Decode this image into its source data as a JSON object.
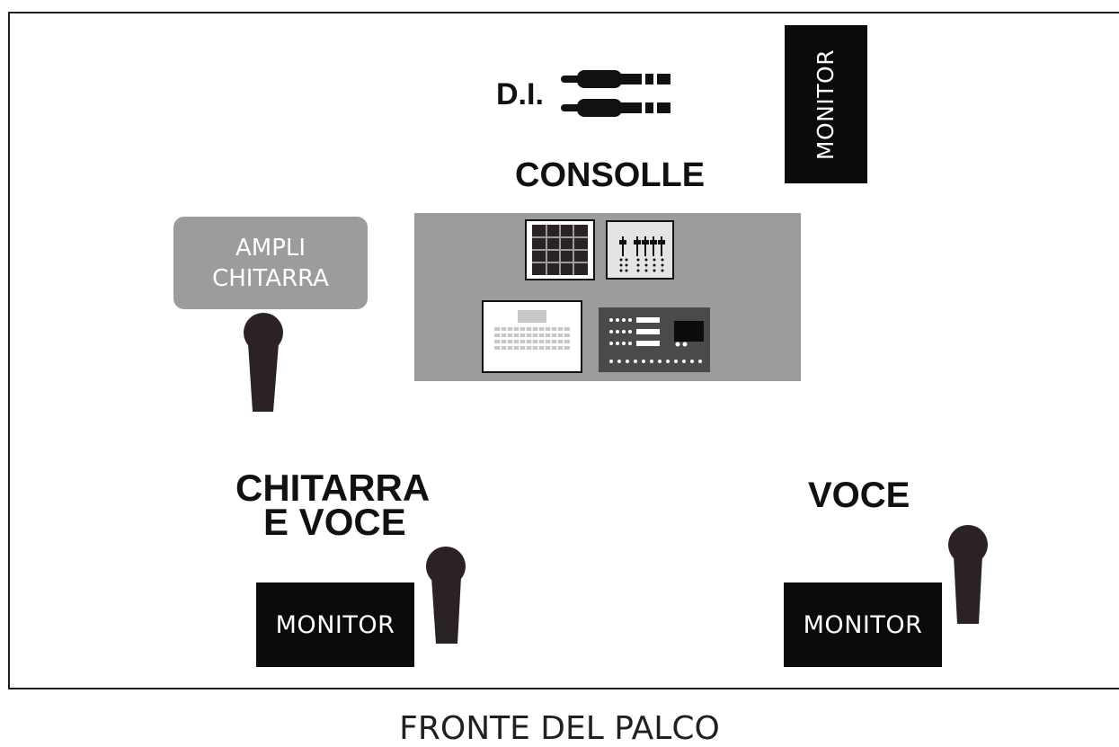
{
  "di_label": "D.I.",
  "consolle_label": "CONSOLLE",
  "ampli": {
    "line1": "AMPLI",
    "line2": "CHITARRA"
  },
  "chitarra_voce": {
    "line1": "CHITARRA",
    "line2": "E VOCE"
  },
  "voce_label": "VOCE",
  "monitors": {
    "top_right": "MONITOR",
    "bottom_left": "MONITOR",
    "bottom_right": "MONITOR"
  },
  "footer": "FRONTE DEL PALCO",
  "colors": {
    "black": "#0b0b0b",
    "gray": "#9c9b9d",
    "mic": "#2b2223",
    "white": "#ffffff"
  }
}
